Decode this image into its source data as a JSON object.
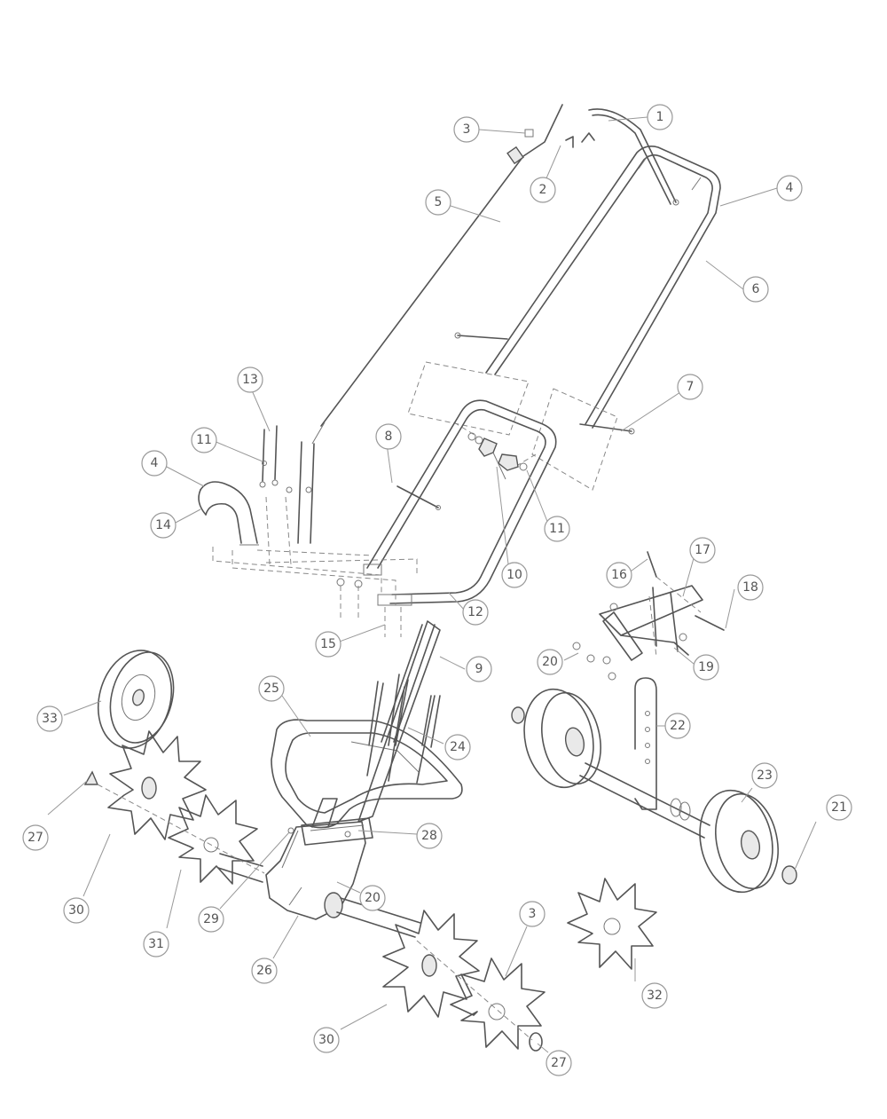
{
  "callouts": [
    {
      "id": "c1",
      "label": "1"
    },
    {
      "id": "c2",
      "label": "2"
    },
    {
      "id": "c3",
      "label": "3"
    },
    {
      "id": "c4a",
      "label": "4"
    },
    {
      "id": "c5",
      "label": "5"
    },
    {
      "id": "c6",
      "label": "6"
    },
    {
      "id": "c7",
      "label": "7"
    },
    {
      "id": "c13",
      "label": "13"
    },
    {
      "id": "c11a",
      "label": "11"
    },
    {
      "id": "c4b",
      "label": "4"
    },
    {
      "id": "c14",
      "label": "14"
    },
    {
      "id": "c8",
      "label": "8"
    },
    {
      "id": "c11b",
      "label": "11"
    },
    {
      "id": "c10",
      "label": "10"
    },
    {
      "id": "c12",
      "label": "12"
    },
    {
      "id": "c15",
      "label": "15"
    },
    {
      "id": "c16",
      "label": "16"
    },
    {
      "id": "c17",
      "label": "17"
    },
    {
      "id": "c18",
      "label": "18"
    },
    {
      "id": "c19",
      "label": "19"
    },
    {
      "id": "c20a",
      "label": "20"
    },
    {
      "id": "c9",
      "label": "9"
    },
    {
      "id": "c25",
      "label": "25"
    },
    {
      "id": "c24",
      "label": "24"
    },
    {
      "id": "c33",
      "label": "33"
    },
    {
      "id": "c22",
      "label": "22"
    },
    {
      "id": "c23",
      "label": "23"
    },
    {
      "id": "c21",
      "label": "21"
    },
    {
      "id": "c27a",
      "label": "27"
    },
    {
      "id": "c28",
      "label": "28"
    },
    {
      "id": "c20b",
      "label": "20"
    },
    {
      "id": "c30a",
      "label": "30"
    },
    {
      "id": "c31",
      "label": "31"
    },
    {
      "id": "c29",
      "label": "29"
    },
    {
      "id": "c26",
      "label": "26"
    },
    {
      "id": "c3b",
      "label": "3"
    },
    {
      "id": "c32",
      "label": "32"
    },
    {
      "id": "c30b",
      "label": "30"
    },
    {
      "id": "c27b",
      "label": "27"
    }
  ]
}
